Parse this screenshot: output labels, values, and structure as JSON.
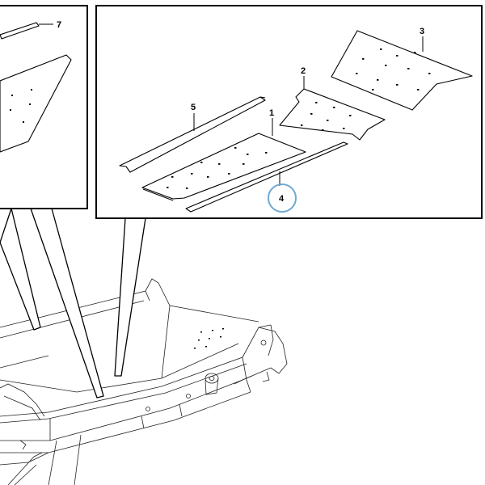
{
  "callouts": {
    "part_1": "1",
    "part_2": "2",
    "part_3": "3",
    "part_4": "4",
    "part_5": "5",
    "part_7": "7"
  },
  "colors": {
    "highlight_circle": "#6fa8d0",
    "line": "#000000",
    "background": "#ffffff"
  }
}
